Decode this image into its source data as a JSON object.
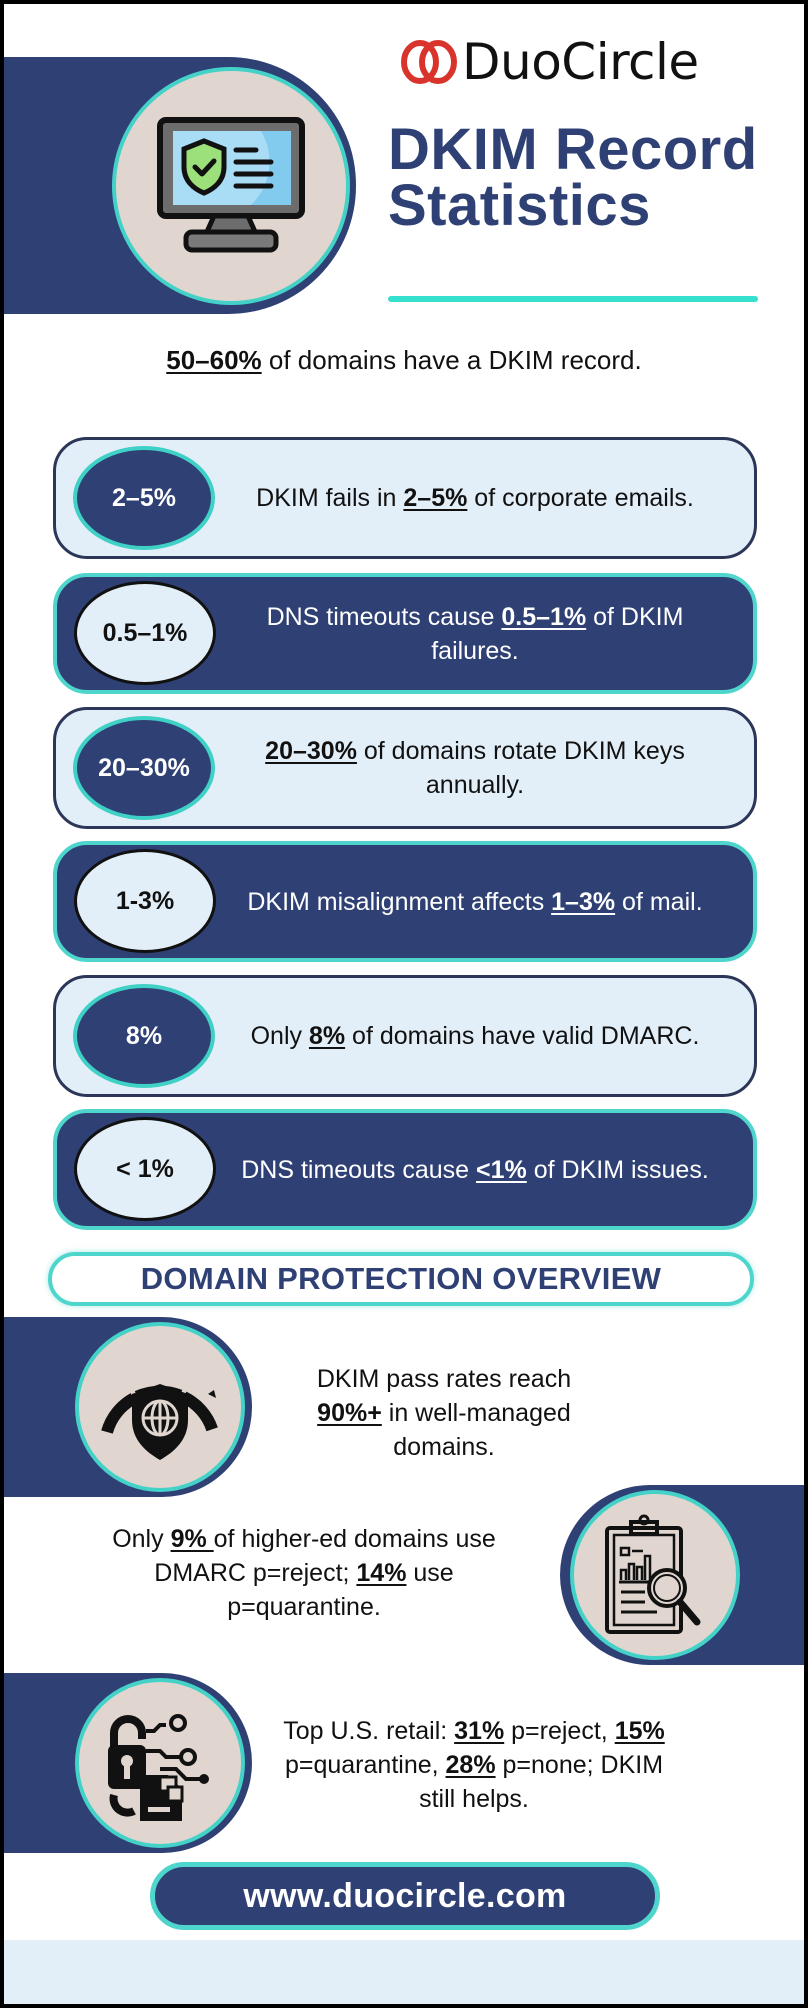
{
  "brand": {
    "logo_text": "DuoCircle",
    "logo_icon": "interlocking-rings-icon",
    "colors": {
      "navy": "#2e4074",
      "teal": "#44d2c8",
      "light": "#e3eff8",
      "beige": "#e0d6cf",
      "logo_red": "#d9342b"
    }
  },
  "header": {
    "title_line1": "DKIM Record",
    "title_line2": "Statistics",
    "icon": "monitor-shield-check-icon"
  },
  "intro": {
    "highlight": "50–60%",
    "text": " of domains have a DKIM record."
  },
  "stats": [
    {
      "badge": "2–5%",
      "style": "light",
      "pre": "DKIM fails in ",
      "highlight": "2–5%",
      "post": " of corporate emails."
    },
    {
      "badge": "0.5–1%",
      "style": "dark",
      "pre": "DNS timeouts cause ",
      "highlight": "0.5–1%",
      "post": " of DKIM failures."
    },
    {
      "badge": "20–30%",
      "style": "light",
      "pre": "",
      "highlight": "20–30%",
      "post": " of domains rotate DKIM keys annually."
    },
    {
      "badge": "1-3%",
      "style": "dark",
      "pre": "DKIM misalignment affects ",
      "highlight": "1–3%",
      "post": " of mail."
    },
    {
      "badge": "8%",
      "style": "light",
      "pre": "Only ",
      "highlight": "8%",
      "post": " of domains have valid DMARC."
    },
    {
      "badge": "< 1%",
      "style": "dark",
      "pre": "DNS timeouts cause ",
      "highlight": "<1%",
      "post": " of DKIM issues."
    }
  ],
  "section": {
    "heading": "DOMAIN PROTECTION OVERVIEW",
    "items": [
      {
        "icon": "gauge-shield-globe-icon",
        "pre": "DKIM pass rates reach ",
        "highlight": "90%+",
        "post": " in well-managed domains."
      },
      {
        "icon": "clipboard-chart-magnifier-icon",
        "pre": "Only ",
        "highlight": "9% ",
        "mid": "of higher-ed domains use DMARC p=reject; ",
        "highlight2": "14%",
        "post": " use p=quarantine."
      },
      {
        "icon": "padlock-circuit-document-icon",
        "pre": "Top U.S. retail: ",
        "highlight": "31%",
        "mid": " p=reject, ",
        "highlight2": "15%",
        "mid2": " p=quarantine, ",
        "highlight3": "28%",
        "post": " p=none; DKIM still helps."
      }
    ]
  },
  "footer": {
    "url": "www.duocircle.com"
  }
}
